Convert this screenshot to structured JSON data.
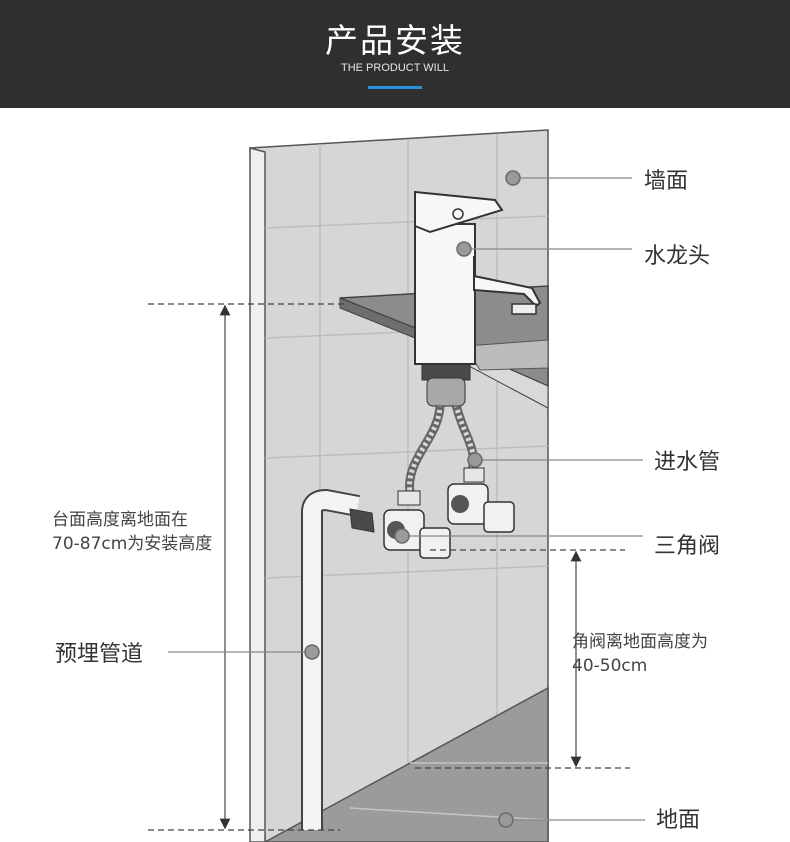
{
  "header": {
    "title": "产品安装",
    "subtitle": "THE PRODUCT WILL",
    "accent_color": "#2a8fd8",
    "background_color": "#2f2f2f"
  },
  "labels": {
    "wall": "墙面",
    "faucet": "水龙头",
    "inlet_pipe": "进水管",
    "angle_valve": "三角阀",
    "embedded_pipe": "预埋管道",
    "floor": "地面"
  },
  "notes": {
    "counter_height_line1": "台面高度离地面在",
    "counter_height_line2": "70-87cm为安装高度",
    "valve_height_line1": "角阀离地面高度为",
    "valve_height_line2": "40-50cm"
  }
}
